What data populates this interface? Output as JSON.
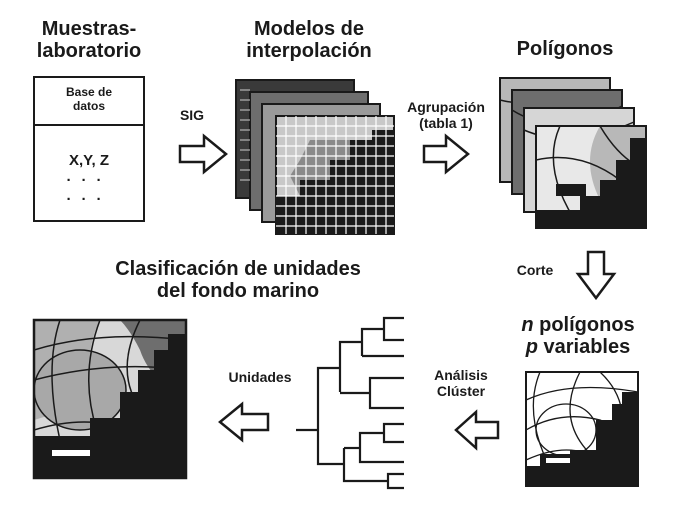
{
  "labels": {
    "muestras_line1": "Muestras-",
    "muestras_line2": "laboratorio",
    "base_line1": "Base de",
    "base_line2": "datos",
    "xyz": "X,Y, Z",
    "sig": "SIG",
    "modelos_line1": "Modelos de",
    "modelos_line2": "interpolación",
    "agrupacion_line1": "Agrupación",
    "agrupacion_line2": "(tabla 1)",
    "poligonos": "Polígonos",
    "corte": "Corte",
    "clasificacion_line1": "Clasificación de unidades",
    "clasificacion_line2": "del fondo marino",
    "n_letter": "n",
    "n_rest": " polígonos",
    "p_letter": "p",
    "p_rest": " variables",
    "analisis_line1": "Análisis",
    "analisis_line2": "Clúster",
    "unidades": "Unidades"
  },
  "colors": {
    "ink": "#1a1a1a",
    "dark_gray": "#6e6e6e",
    "mid_gray": "#9a9a9a",
    "light_gray": "#c8c8c8",
    "paper": "#ffffff"
  },
  "icons": [
    "right-arrow-icon",
    "down-arrow-icon",
    "left-arrow-icon",
    "grid-stack-icon",
    "polygon-stack-icon",
    "dendrogram-icon",
    "map-icon"
  ]
}
